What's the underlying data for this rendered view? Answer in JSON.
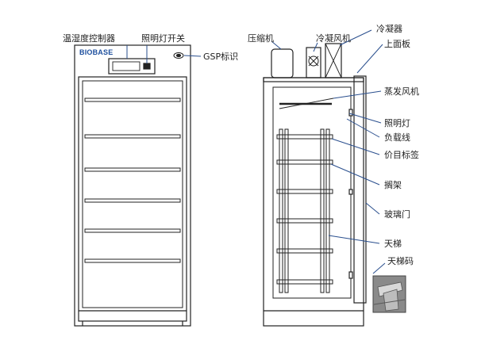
{
  "front_view": {
    "brand": "BIOBASE",
    "labels": {
      "controller": "温湿度控制器",
      "light_switch": "照明灯开关",
      "gsp_logo": "GSP标识"
    }
  },
  "side_view": {
    "labels": {
      "compressor": "压缩机",
      "condenser_fan": "冷凝风机",
      "condenser": "冷凝器",
      "top_panel": "上面板",
      "evaporator_fan": "蒸发风机",
      "lighting": "照明灯",
      "load_line": "负载线",
      "price_tag": "价目标签",
      "shelf": "搁架",
      "glass_door": "玻璃门",
      "ladder": "天梯",
      "ladder_clip": "天梯码"
    }
  },
  "colors": {
    "line": "#222222",
    "leader": "#2a4f8e",
    "brand": "#1d4f9e",
    "frame_fill": "#ffffff",
    "photo_bg": "#8a8a8a"
  }
}
